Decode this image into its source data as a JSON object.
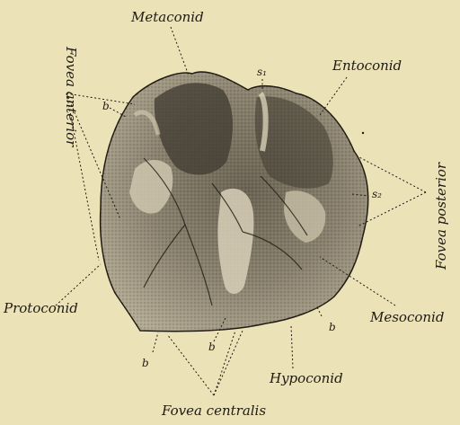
{
  "figure": {
    "labels": {
      "metaconid": "Metaconid",
      "entoconid": "Entoconid",
      "fovea_anterior": "Fovea anterior",
      "fovea_posterior": "Fovea posterior",
      "protoconid": "Protoconid",
      "mesoconid": "Mesoconid",
      "hypoconid": "Hypoconid",
      "fovea_centralis": "Fovea centralis",
      "s1": "s₁",
      "s2": "s₂",
      "b": "b"
    },
    "colors": {
      "paper": "#ece2b8",
      "ink": "#1f1a12",
      "tooth_dark": "#3f3a30",
      "tooth_mid": "#7d7565",
      "tooth_light": "#bdb4a0"
    }
  }
}
